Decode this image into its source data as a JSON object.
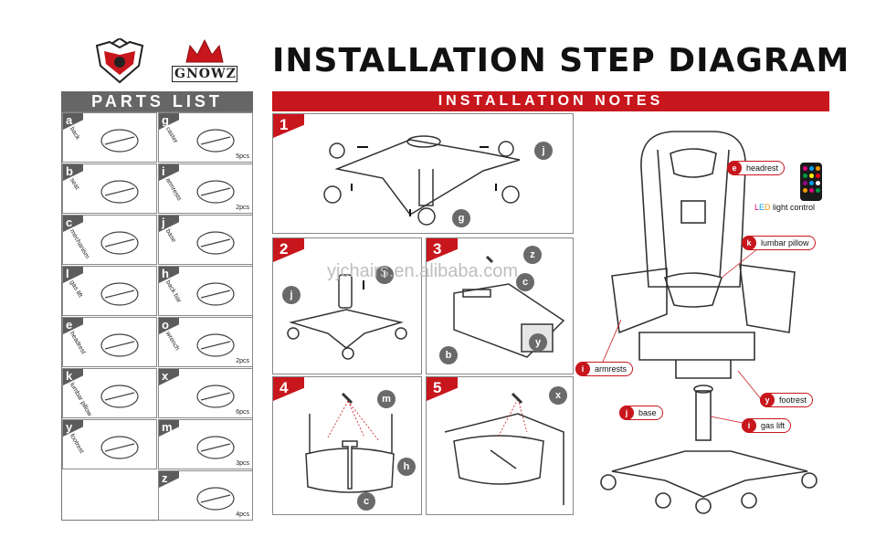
{
  "header": {
    "title": "INSTALLATION STEP DIAGRAM",
    "logo2_text": "GNOWZ"
  },
  "parts_list": {
    "title": "PARTS LIST",
    "items": [
      {
        "letter": "a",
        "name": "back",
        "qty": ""
      },
      {
        "letter": "g",
        "name": "caster",
        "qty": "5pcs"
      },
      {
        "letter": "b",
        "name": "seat",
        "qty": ""
      },
      {
        "letter": "i",
        "name": "armrests",
        "qty": "2pcs"
      },
      {
        "letter": "c",
        "name": "mechanism",
        "qty": ""
      },
      {
        "letter": "j",
        "name": "base",
        "qty": ""
      },
      {
        "letter": "l",
        "name": "gas lift",
        "qty": ""
      },
      {
        "letter": "h",
        "name": "back bar",
        "qty": ""
      },
      {
        "letter": "e",
        "name": "headrest",
        "qty": ""
      },
      {
        "letter": "o",
        "name": "wrench",
        "qty": "2pcs"
      },
      {
        "letter": "k",
        "name": "lumbar pillow",
        "qty": ""
      },
      {
        "letter": "x",
        "name": "",
        "qty": "6pcs"
      },
      {
        "letter": "y",
        "name": "footrest",
        "qty": ""
      },
      {
        "letter": "m",
        "name": "",
        "qty": "3pcs"
      },
      {
        "letter": "",
        "name": "",
        "qty": ""
      },
      {
        "letter": "z",
        "name": "",
        "qty": "4pcs"
      }
    ]
  },
  "notes": {
    "title": "INSTALLATION NOTES",
    "steps": [
      {
        "num": "1",
        "labels": [
          "j",
          "g"
        ]
      },
      {
        "num": "2",
        "labels": [
          "l",
          "j"
        ]
      },
      {
        "num": "3",
        "labels": [
          "z",
          "c",
          "b",
          "y"
        ]
      },
      {
        "num": "4",
        "labels": [
          "m",
          "h",
          "c"
        ]
      },
      {
        "num": "5",
        "labels": [
          "x"
        ]
      }
    ]
  },
  "watermark": "yjchairs.en.alibaba.com",
  "callouts": [
    {
      "badge": "e",
      "label": "headrest"
    },
    {
      "badge": "k",
      "label": "lumbar pillow"
    },
    {
      "badge": "i",
      "label": "armrests"
    },
    {
      "badge": "y",
      "label": "footrest"
    },
    {
      "badge": "j",
      "label": "base"
    },
    {
      "badge": "i",
      "label": "gas lift"
    }
  ],
  "led_text": {
    "l": "L",
    "e": "E",
    "d": "D",
    "rest": " light control"
  },
  "colors": {
    "accent_red": "#c8161d",
    "header_gray": "#666666"
  }
}
